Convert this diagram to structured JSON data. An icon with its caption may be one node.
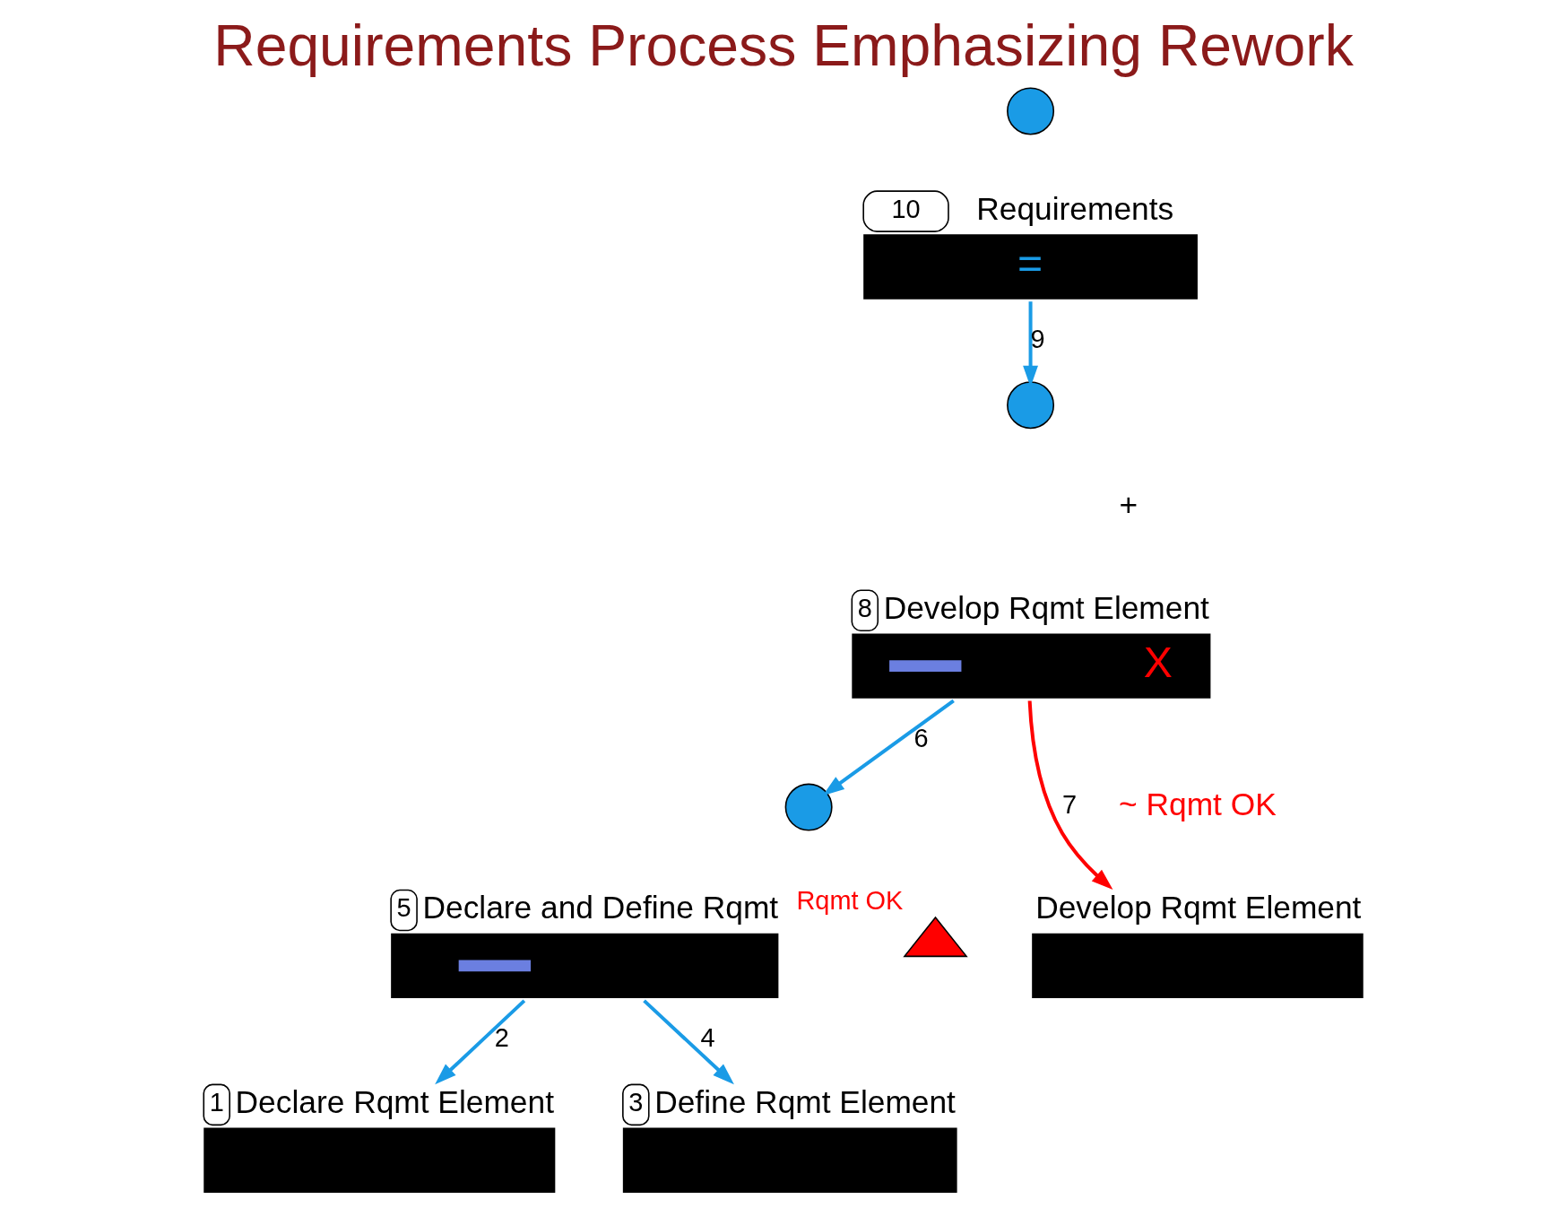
{
  "diagram": {
    "title": "Requirements Process Emphasizing Rework",
    "nodes": [
      {
        "text": [],
        "shape": "circle"
      },
      {
        "text": [
          "Requirements",
          "="
        ],
        "beside": [
          "10"
        ]
      },
      {
        "text": [],
        "shape": "circle"
      },
      {
        "text": [
          "Develop Rqmt Element",
          "X"
        ],
        "beside": [
          "8"
        ]
      },
      {
        "text": [],
        "shape": "circle"
      },
      {
        "text": [
          "Declare and Define Rqmt"
        ],
        "beside": [
          "5"
        ]
      },
      {
        "text": [],
        "shape": "triangle",
        "beside": [
          "Rqmt OK"
        ]
      },
      {
        "text": [
          "Develop Rqmt Element"
        ]
      },
      {
        "text": [
          "Declare Rqmt Element"
        ],
        "beside": [
          "1"
        ]
      },
      {
        "text": [
          "Define Rqmt Element"
        ],
        "beside": [
          "3"
        ]
      }
    ],
    "edges": [
      {
        "from": 1,
        "to": 2,
        "arrow": "to",
        "label": "9"
      },
      {
        "from": 3,
        "to": 4,
        "arrow": "to",
        "label": "6"
      },
      {
        "from": 3,
        "to": 7,
        "arrow": "to",
        "label": "7",
        "color": "#ff0000"
      },
      {
        "from": 5,
        "to": 8,
        "arrow": "to",
        "label": "2"
      },
      {
        "from": 5,
        "to": 9,
        "arrow": "to",
        "label": "4"
      }
    ],
    "labels": [
      "+",
      "~ Rqmt OK"
    ]
  }
}
